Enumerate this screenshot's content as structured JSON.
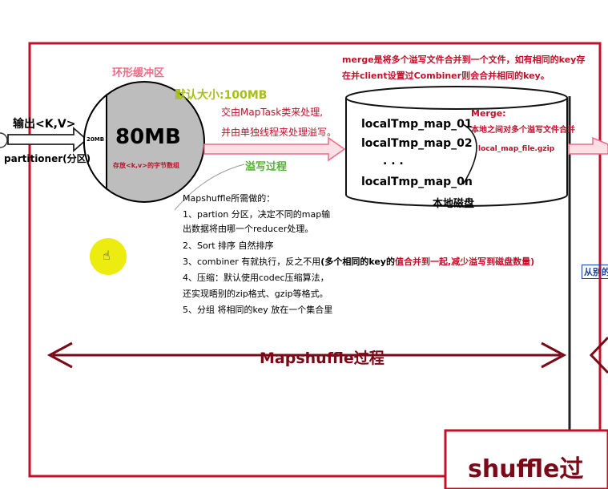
{
  "labels": {
    "ring_buffer": "环形缓冲区",
    "default_size": "默认大小:100MB",
    "output_kv": "输出<K,V>",
    "partitioner": "partitioner(分区)",
    "buffer_20mb": "20MB",
    "buffer_80mb": "80MB",
    "buffer_bytes": "存放<k,v>的字节数组",
    "handoff_line1": "交由MapTask类来处理,",
    "handoff_line2": "并由单独线程来处理溢写。",
    "spill": "溢写过程",
    "merge_line1": "merge是将多个溢写文件合并到一个文件，如有相同的key存",
    "merge_line2": "在并client设置过Combiner则会合并相同的key。",
    "merge_title": "Merge:",
    "merge_desc": "本地之间对多个溢写文件合并",
    "merged_file": "local_map_file.gzip",
    "tmp_files": [
      "localTmp_map_01",
      "localTmp_map_02",
      ".   .   .",
      "localTmp_map_0n"
    ],
    "local_disk": "本地磁盘",
    "right_note": "从别的",
    "mapshuffle": "Mapshuffle过程",
    "shuffle": "shuffle过"
  },
  "notes": {
    "heading": "Mapshuffle所需做的：",
    "line1": "1、partion 分区，决定不同的map输",
    "line2": "出数据将由哪一个reducer处理。",
    "line3": "2、Sort 排序  自然排序",
    "line4_a": "3、combiner 有就执行，反之不用",
    "line4_b": "(多个相同的key的",
    "line4_c": "值合并到一起",
    "line4_d": ",减少溢写到磁盘数量)",
    "line5": "4、压缩：默认使用codec压缩算法，",
    "line6": "还实现晤别的zip格式、gzip等格式。",
    "line7": "5、分组  将相同的key 放在一个集合里"
  },
  "colors": {
    "frame_red": "#c0102a",
    "dark_red": "#7a0a18",
    "ring_pink": "#f06a86",
    "yellow_green": "#a7c014",
    "spill_green": "#52b234",
    "blue_note": "#1a3fb0",
    "cursor_yellow": "#ecec10"
  }
}
